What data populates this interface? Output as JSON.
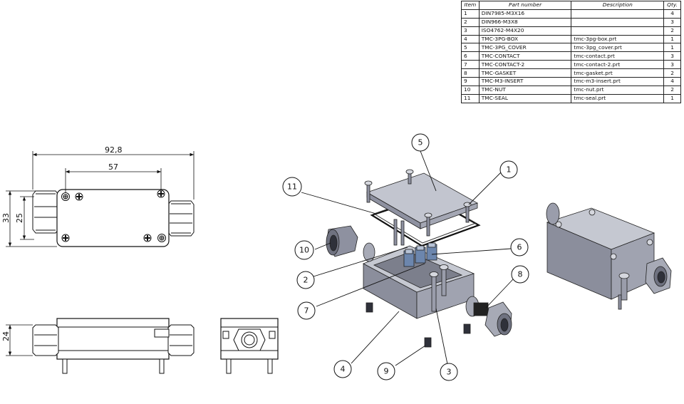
{
  "bom": {
    "headers": {
      "item": "Item",
      "part_number": "Part number",
      "description": "Description",
      "qty": "Qty."
    },
    "rows": [
      {
        "item": "1",
        "part_number": "DIN7985-M3X16",
        "description": "",
        "qty": "4"
      },
      {
        "item": "2",
        "part_number": "DIN966-M3X8",
        "description": "",
        "qty": "3"
      },
      {
        "item": "3",
        "part_number": "ISO4762-M4X20",
        "description": "",
        "qty": "2"
      },
      {
        "item": "4",
        "part_number": "TMC-3PG-BOX",
        "description": "tmc-3pg-box.prt",
        "qty": "1"
      },
      {
        "item": "5",
        "part_number": "TMC-3PG_COVER",
        "description": "tmc-3pg_cover.prt",
        "qty": "1"
      },
      {
        "item": "6",
        "part_number": "TMC-CONTACT",
        "description": "tmc-contact.prt",
        "qty": "3"
      },
      {
        "item": "7",
        "part_number": "TMC-CONTACT-2",
        "description": "tmc-contact-2.prt",
        "qty": "3"
      },
      {
        "item": "8",
        "part_number": "TMC-GASKET",
        "description": "tmc-gasket.prt",
        "qty": "2"
      },
      {
        "item": "9",
        "part_number": "TMC-M3-INSERT",
        "description": "tmc-m3-insert.prt",
        "qty": "4"
      },
      {
        "item": "10",
        "part_number": "TMC-NUT",
        "description": "tmc-nut.prt",
        "qty": "2"
      },
      {
        "item": "11",
        "part_number": "TMC-SEAL",
        "description": "tmc-seal.prt",
        "qty": "1"
      }
    ]
  },
  "dimensions": {
    "overall_length": "92,8",
    "hole_spacing": "57",
    "overall_width": "33",
    "inner_width": "25",
    "height": "24"
  },
  "balloons": {
    "b1": "1",
    "b2": "2",
    "b3": "3",
    "b4": "4",
    "b5": "5",
    "b6": "6",
    "b7": "7",
    "b8": "8",
    "b9": "9",
    "b10": "10",
    "b11": "11"
  },
  "colors": {
    "part_fill": "#a7aab6",
    "part_dark": "#6f7280",
    "part_light": "#c9cbd3",
    "contact_blue": "#6c86ad",
    "line": "#111111"
  }
}
